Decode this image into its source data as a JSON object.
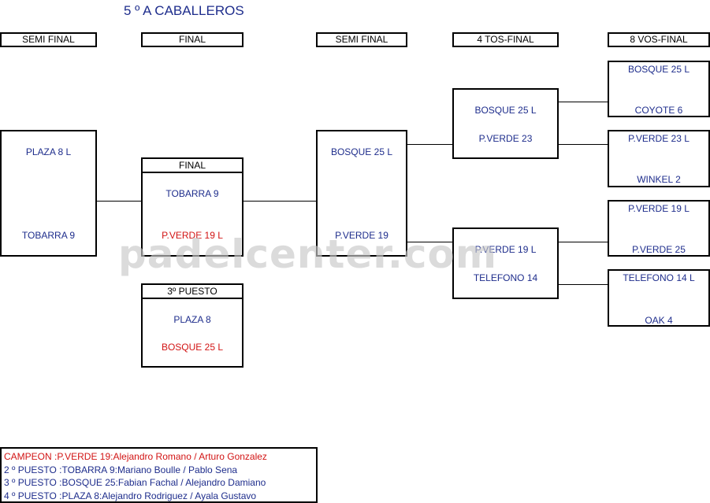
{
  "title": "5 º A CABALLEROS",
  "headers": [
    "SEMI FINAL",
    "FINAL",
    "SEMI FINAL",
    "4 TOS-FINAL",
    "8 VOS-FINAL"
  ],
  "left_semi": {
    "top": "PLAZA 8  L",
    "bottom": "TOBARRA 9"
  },
  "final": {
    "label": "FINAL",
    "top": "TOBARRA 9",
    "bottom": "P.VERDE 19 L"
  },
  "third_place": {
    "label": "3º PUESTO",
    "top": "PLAZA 8",
    "bottom": "BOSQUE 25  L"
  },
  "right_semi": {
    "top": "BOSQUE 25 L",
    "bottom": "P.VERDE 19"
  },
  "quarters": [
    {
      "top": "BOSQUE 25 L",
      "bottom": "P.VERDE 23"
    },
    {
      "top": "P.VERDE 19 L",
      "bottom": "TELEFONO 14"
    }
  ],
  "eighths": [
    {
      "top": "BOSQUE 25  L",
      "bottom": "COYOTE 6"
    },
    {
      "top": "P.VERDE 23 L",
      "bottom": "WINKEL 2"
    },
    {
      "top": "P.VERDE 19 L",
      "bottom": "P.VERDE 25"
    },
    {
      "top": "TELEFONO 14 L",
      "bottom": "OAK 4"
    }
  ],
  "watermark": "padelcenter.com",
  "summary": [
    "CAMPEON :P.VERDE 19:Alejandro Romano / Arturo Gonzalez",
    "2 º PUESTO :TOBARRA 9:Mariano Boulle / Pablo Sena",
    "3 º PUESTO :BOSQUE 25:Fabian Fachal / Alejandro Damiano",
    "4 º PUESTO :PLAZA 8:Alejandro Rodriguez / Ayala Gustavo"
  ],
  "colors": {
    "team_text": "#1e2d8c",
    "loser_highlight": "#d21414",
    "watermark": "#c8c8c8"
  }
}
